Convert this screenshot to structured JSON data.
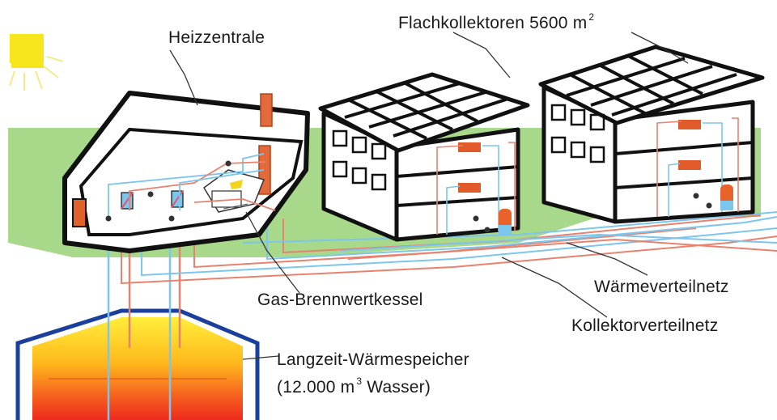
{
  "labels": {
    "heizzentrale": "Heizzentrale",
    "flachkollektoren": "Flachkollektoren 5600 m",
    "flachkollektoren_exp": "2",
    "gas_brennwertkessel": "Gas-Brennwertkessel",
    "waermeverteilnetz": "Wärmeverteilnetz",
    "kollektorverteilnetz": "Kollektorverteilnetz",
    "speicher_line1": "Langzeit-Wärmespeicher",
    "speicher_line2_a": "(12.000 m",
    "speicher_line2_exp": "3",
    "speicher_line2_b": " Wasser)"
  },
  "colors": {
    "sun": "#f7e51e",
    "grass": "#a8d88a",
    "outline": "#111111",
    "hot_pipe": "#e8826e",
    "cold_pipe": "#7cc6ee",
    "radiator": "#e05a2a",
    "chimney": "#e36a3a",
    "tank_outline": "#1b3f9c",
    "tank_top": "#ffe62a",
    "tank_bottom": "#ee2a1e"
  }
}
